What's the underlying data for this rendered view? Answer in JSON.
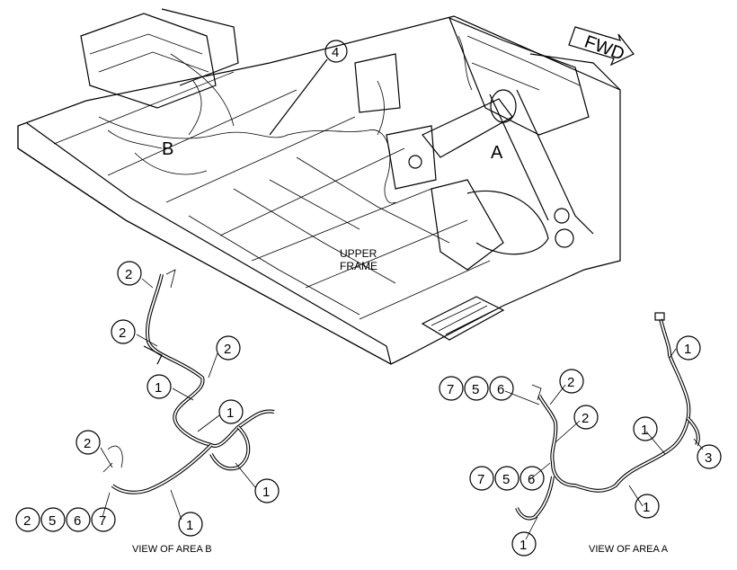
{
  "labels": {
    "fwd": "FWD",
    "area_a": "A",
    "area_b": "B",
    "upper_frame_line1": "UPPER",
    "upper_frame_line2": "FRAME",
    "view_a": "VIEW OF AREA A",
    "view_b": "VIEW OF AREA B"
  },
  "callouts_main": [
    "4"
  ],
  "callouts_view_b": [
    "2",
    "2",
    "2",
    "1",
    "1",
    "2",
    "1",
    "1",
    "2",
    "5",
    "6",
    "7"
  ],
  "callouts_view_a": [
    "7",
    "5",
    "6",
    "2",
    "2",
    "7",
    "5",
    "6",
    "1",
    "1",
    "3",
    "1",
    "1"
  ]
}
